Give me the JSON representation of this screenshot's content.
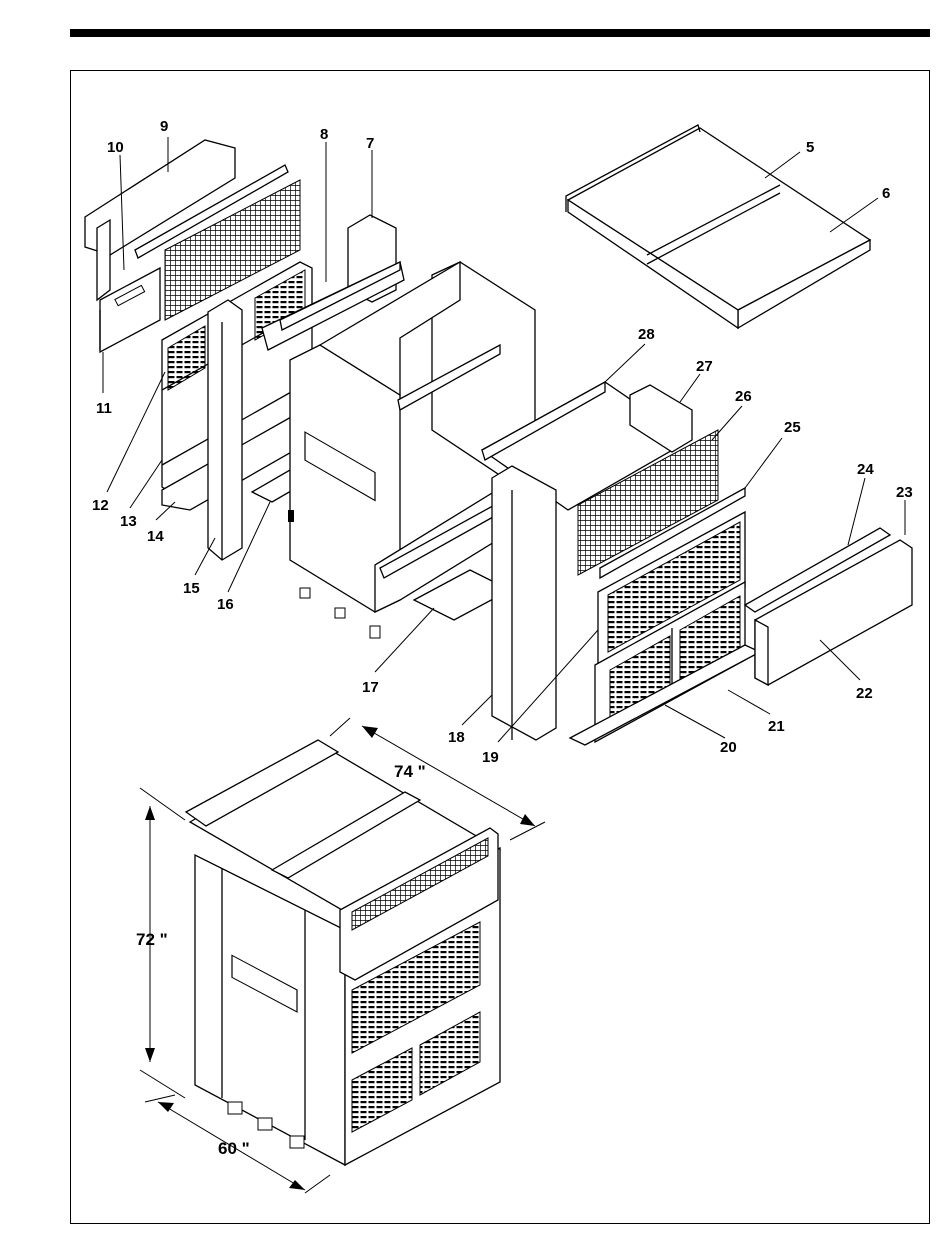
{
  "diagram": {
    "part_labels": [
      "5",
      "6",
      "7",
      "8",
      "9",
      "10",
      "11",
      "12",
      "13",
      "14",
      "15",
      "16",
      "17",
      "18",
      "19",
      "20",
      "21",
      "22",
      "23",
      "24",
      "25",
      "26",
      "27",
      "28"
    ],
    "dimensions": {
      "depth": "74 \"",
      "height": "72 \"",
      "width": "60 \""
    }
  }
}
